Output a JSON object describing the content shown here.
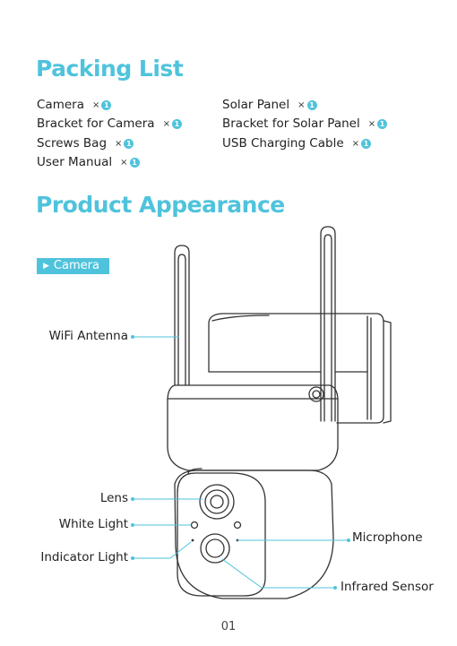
{
  "packing": {
    "title": "Packing List",
    "qty_x": "×",
    "items": [
      {
        "name": "Camera",
        "qty": "1"
      },
      {
        "name": "Bracket for Camera",
        "qty": "1"
      },
      {
        "name": "Screws Bag",
        "qty": "1"
      },
      {
        "name": "User Manual",
        "qty": "1"
      },
      {
        "name": "Solar Panel",
        "qty": "1"
      },
      {
        "name": "Bracket for Solar Panel",
        "qty": "1"
      },
      {
        "name": "USB Charging Cable",
        "qty": "1"
      }
    ]
  },
  "appearance": {
    "title": "Product Appearance",
    "section": "Camera",
    "labels": {
      "wifi_antenna": "WiFi Antenna",
      "lens": "Lens",
      "white_light": "White Light",
      "indicator_light": "Indicator Light",
      "microphone": "Microphone",
      "infrared_sensor": "Infrared Sensor"
    }
  },
  "page_number": "01",
  "colors": {
    "accent": "#4fc3dc",
    "line": "#333333"
  }
}
